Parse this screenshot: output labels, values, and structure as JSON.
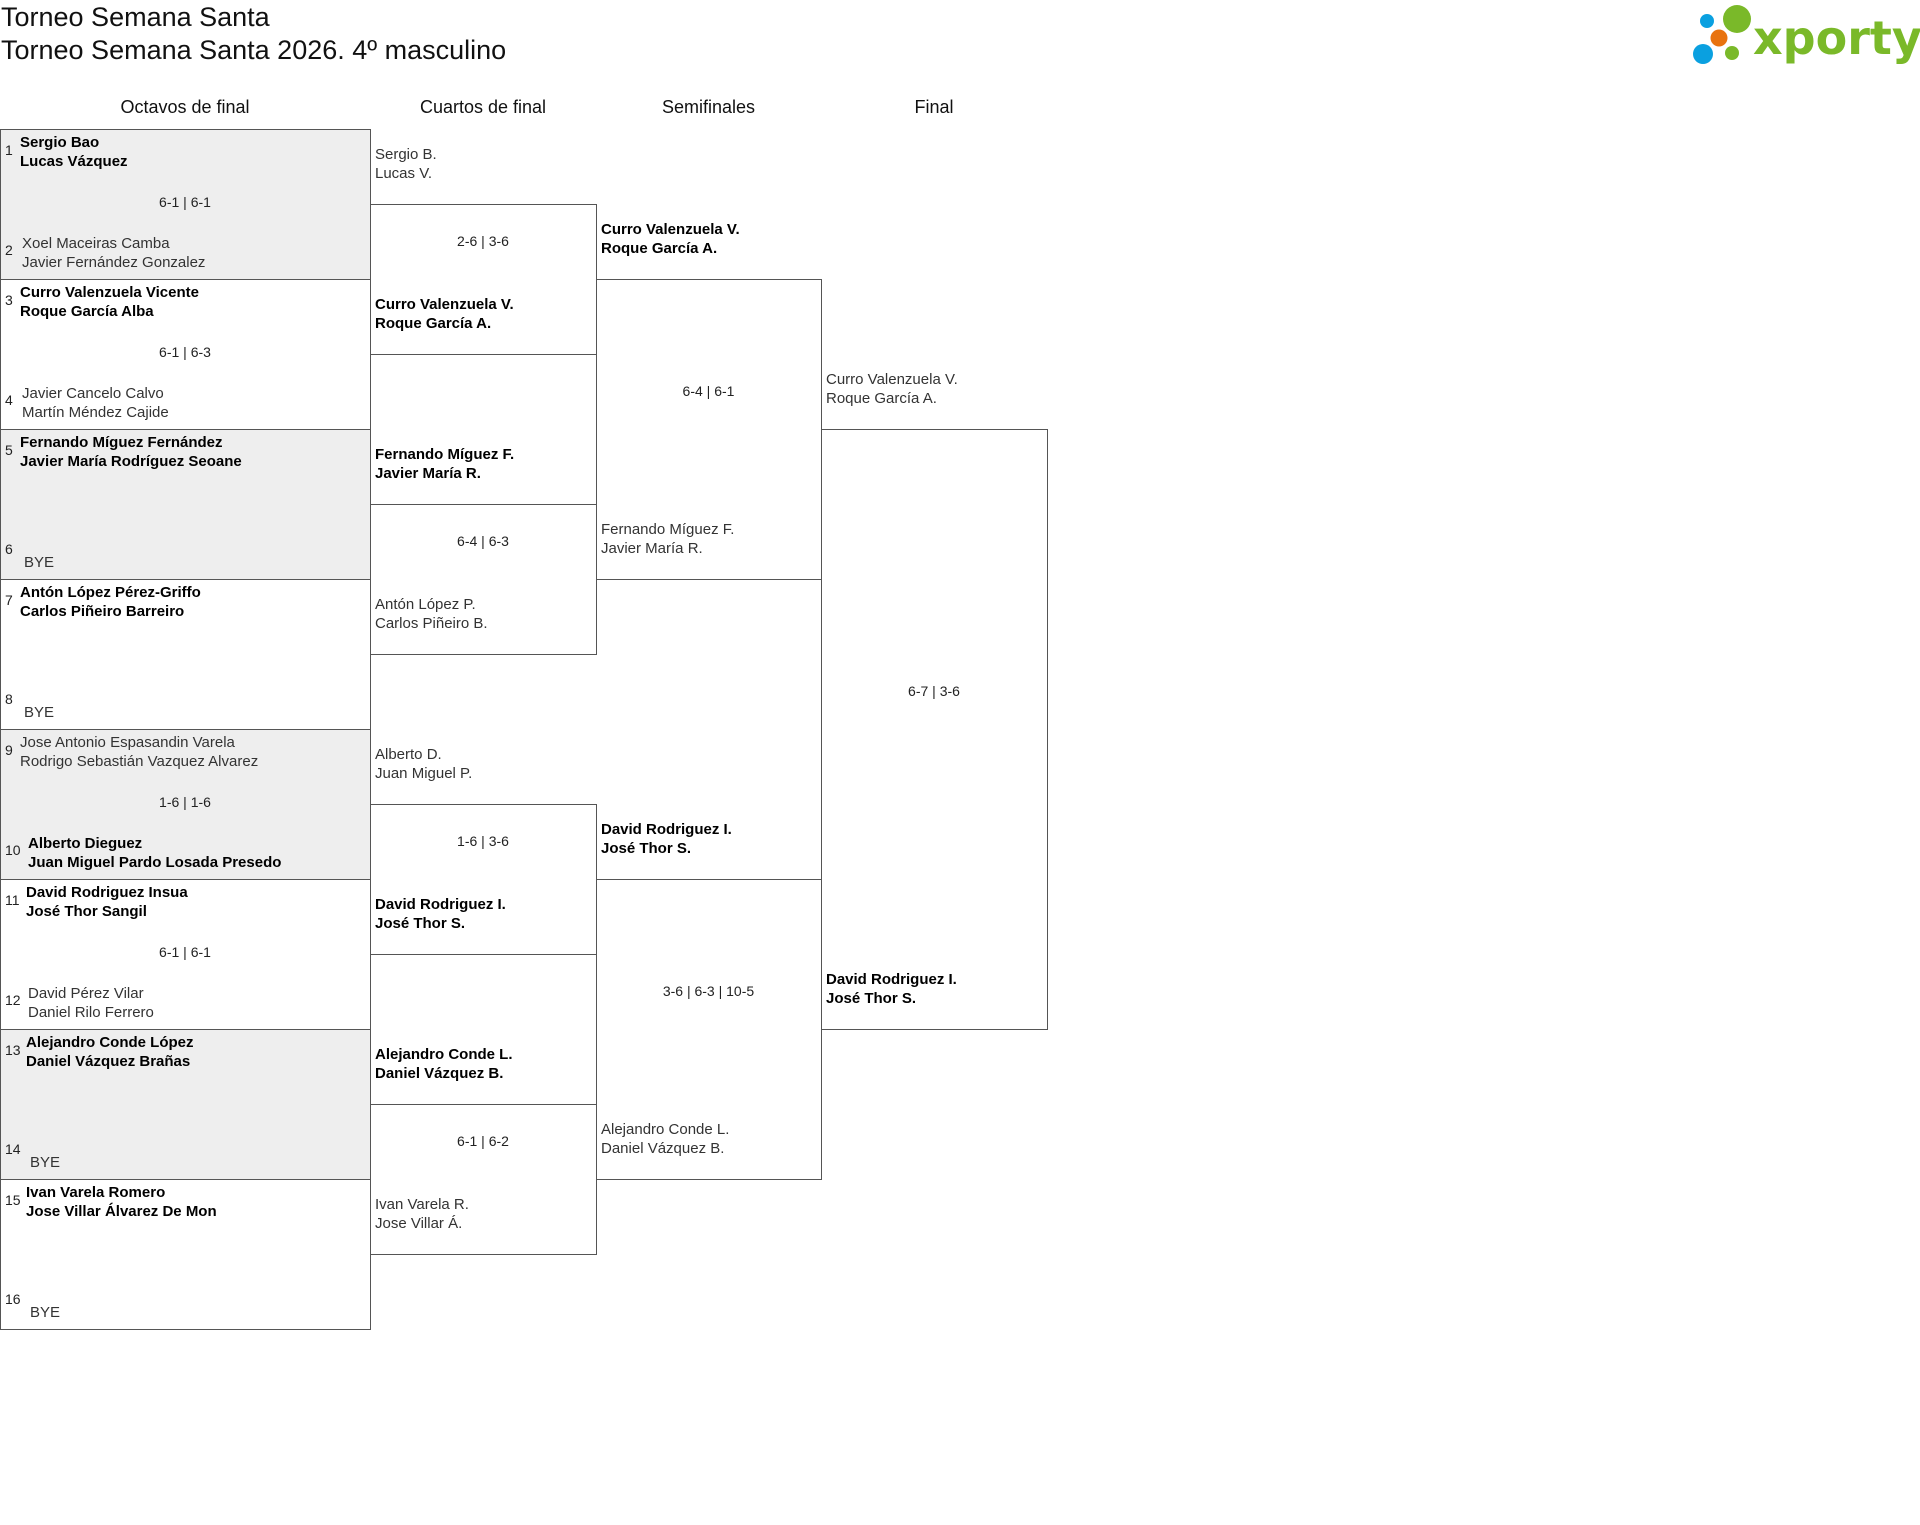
{
  "header": {
    "title": "Torneo Semana Santa",
    "subtitle": "Torneo Semana Santa 2026. 4º masculino",
    "logo_text": "xporty"
  },
  "colors": {
    "logo_green": "#7ab929",
    "logo_blue": "#0aa0e0",
    "logo_orange": "#e8730f",
    "shade": "#eeeeee"
  },
  "rounds": [
    {
      "label": "Octavos de final",
      "matches": [
        {
          "score": "6-1 | 6-1",
          "top": {
            "seed": "1",
            "names": [
              "Sergio Bao",
              "Lucas Vázquez"
            ],
            "winner": true
          },
          "bottom": {
            "seed": "2",
            "names": [
              "Xoel Maceiras Camba",
              "Javier Fernández Gonzalez"
            ],
            "winner": false
          }
        },
        {
          "score": "6-1 | 6-3",
          "top": {
            "seed": "3",
            "names": [
              "Curro Valenzuela Vicente",
              "Roque García Alba"
            ],
            "winner": true
          },
          "bottom": {
            "seed": "4",
            "names": [
              "Javier Cancelo Calvo",
              "Martín Méndez Cajide"
            ],
            "winner": false
          }
        },
        {
          "score": "",
          "top": {
            "seed": "5",
            "names": [
              "Fernando Míguez Fernández",
              "Javier María Rodríguez Seoane"
            ],
            "winner": true
          },
          "bottom": {
            "seed": "6",
            "names": [
              "BYE"
            ],
            "winner": false
          }
        },
        {
          "score": "",
          "top": {
            "seed": "7",
            "names": [
              "Antón López Pérez-Griffo",
              "Carlos Piñeiro Barreiro"
            ],
            "winner": true
          },
          "bottom": {
            "seed": "8",
            "names": [
              "BYE"
            ],
            "winner": false
          }
        },
        {
          "score": "1-6 | 1-6",
          "top": {
            "seed": "9",
            "names": [
              "Jose Antonio Espasandin Varela",
              "Rodrigo Sebastián Vazquez Alvarez"
            ],
            "winner": false
          },
          "bottom": {
            "seed": "10",
            "names": [
              "Alberto Dieguez",
              "Juan Miguel Pardo Losada Presedo"
            ],
            "winner": true
          }
        },
        {
          "score": "6-1 | 6-1",
          "top": {
            "seed": "11",
            "names": [
              "David Rodriguez Insua",
              "José Thor Sangil"
            ],
            "winner": true
          },
          "bottom": {
            "seed": "12",
            "names": [
              "David Pérez Vilar",
              "Daniel Rilo Ferrero"
            ],
            "winner": false
          }
        },
        {
          "score": "",
          "top": {
            "seed": "13",
            "names": [
              "Alejandro Conde López",
              "Daniel Vázquez Brañas"
            ],
            "winner": true
          },
          "bottom": {
            "seed": "14",
            "names": [
              "BYE"
            ],
            "winner": false
          }
        },
        {
          "score": "",
          "top": {
            "seed": "15",
            "names": [
              "Ivan Varela Romero",
              "Jose Villar Álvarez De Mon"
            ],
            "winner": true
          },
          "bottom": {
            "seed": "16",
            "names": [
              "BYE"
            ],
            "winner": false
          }
        }
      ]
    },
    {
      "label": "Cuartos de final",
      "matches": [
        {
          "score": "2-6 | 3-6",
          "top": {
            "names": [
              "Sergio B.",
              "Lucas V."
            ],
            "winner": false
          },
          "bottom": {
            "names": [
              "Curro Valenzuela V.",
              "Roque García A."
            ],
            "winner": true
          }
        },
        {
          "score": "6-4 | 6-3",
          "top": {
            "names": [
              "Fernando Míguez F.",
              "Javier María R."
            ],
            "winner": true
          },
          "bottom": {
            "names": [
              "Antón López P.",
              "Carlos Piñeiro B."
            ],
            "winner": false
          }
        },
        {
          "score": "1-6 | 3-6",
          "top": {
            "names": [
              "Alberto D.",
              "Juan Miguel P."
            ],
            "winner": false
          },
          "bottom": {
            "names": [
              "David Rodriguez I.",
              "José Thor S."
            ],
            "winner": true
          }
        },
        {
          "score": "6-1 | 6-2",
          "top": {
            "names": [
              "Alejandro Conde L.",
              "Daniel Vázquez B."
            ],
            "winner": true
          },
          "bottom": {
            "names": [
              "Ivan Varela R.",
              "Jose Villar Á."
            ],
            "winner": false
          }
        }
      ]
    },
    {
      "label": "Semifinales",
      "matches": [
        {
          "score": "6-4 | 6-1",
          "top": {
            "names": [
              "Curro Valenzuela V.",
              "Roque García A."
            ],
            "winner": true
          },
          "bottom": {
            "names": [
              "Fernando Míguez F.",
              "Javier María R."
            ],
            "winner": false
          }
        },
        {
          "score": "3-6 | 6-3 | 10-5",
          "top": {
            "names": [
              "David Rodriguez I.",
              "José Thor S."
            ],
            "winner": true
          },
          "bottom": {
            "names": [
              "Alejandro Conde L.",
              "Daniel Vázquez B."
            ],
            "winner": false
          }
        }
      ]
    },
    {
      "label": "Final",
      "matches": [
        {
          "score": "6-7 | 3-6",
          "top": {
            "names": [
              "Curro Valenzuela V.",
              "Roque García A."
            ],
            "winner": false
          },
          "bottom": {
            "names": [
              "David Rodriguez I.",
              "José Thor S."
            ],
            "winner": true
          }
        }
      ]
    }
  ]
}
